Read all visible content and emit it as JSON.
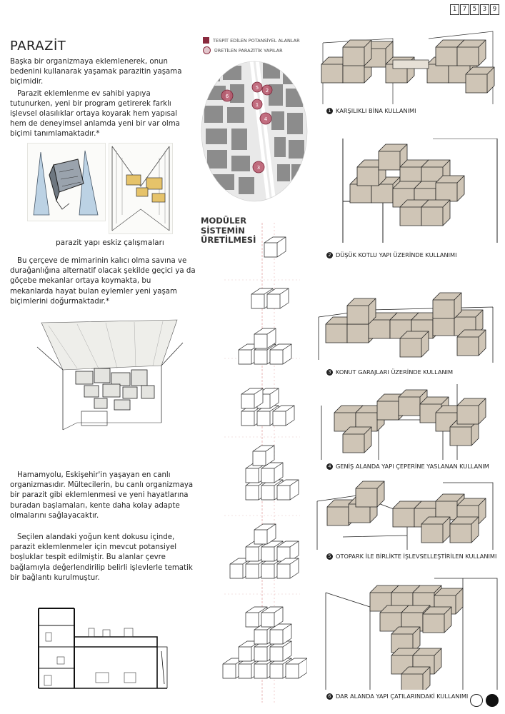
{
  "page_id_digits": [
    "1",
    "7",
    "5",
    "3",
    "9"
  ],
  "title": "PARAZİT",
  "intro": {
    "p1": "Başka bir organizmaya eklemlenerek, onun bedenini kullanarak yaşamak parazitin yaşama biçimidir.",
    "p2": "Parazit eklemlenme ev sahibi yapıya tutunurken, yeni bir program getirerek farklı işlevsel olasılıklar ortaya koyarak hem yapısal hem de deneyimsel anlamda yeni bir var olma biçimi tanımlamaktadır.*"
  },
  "sketch_caption": "parazit yapı eskiz çalışmaları",
  "para2": "Bu çerçeve de mimarinin kalıcı olma savına ve durağanlığına alternatif olacak şekilde geçici ya da göçebe mekanlar ortaya koymakta, bu mekanlarda hayat bulan eylemler yeni yaşam biçimlerini doğurmaktadır.*",
  "para3": "Hamamyolu, Eskişehir'in yaşayan en canlı organizmasıdır. Mültecilerin, bu canlı organizmaya bir parazit gibi eklemlenmesi ve yeni hayatlarına buradan başlamaları, kente daha kolay adapte olmalarını sağlayacaktır.",
  "para4": "Seçilen alandaki yoğun kent dokusu içinde, parazit eklemlenmeler için mevcut potansiyel boşluklar tespit edilmiştir. Bu alanlar çevre bağlamıyla değerlendirilip belirli işlevlerle tematik bir bağlantı kurulmuştur.",
  "legend": {
    "item1": "TESPİT EDİLEN POTANSİYEL ALANLAR",
    "item2": "ÜRETİLEN PARAZİTİK YAPILAR"
  },
  "map_markers": [
    "1",
    "2",
    "3",
    "4",
    "5",
    "6"
  ],
  "modular_title": [
    "MODÜLER",
    "SİSTEMİN",
    "ÜRETİLMESİ"
  ],
  "panels": [
    {
      "num": "1",
      "label": "KARŞILIKLI BİNA KULLANIMI"
    },
    {
      "num": "2",
      "label": "DÜŞÜK KOTLU YAPI ÜZERİNDE KULLANIMI"
    },
    {
      "num": "3",
      "label": "KONUT GARAJLARI ÜZERİNDE KULLANIM"
    },
    {
      "num": "4",
      "label": "GENİŞ ALANDA YAPI ÇEPERİNE YASLANAN KULLANIM"
    },
    {
      "num": "5",
      "label": "OTOPARK İLE BİRLİKTE İŞLEVSELLEŞTİRİLEN KULLANIMI"
    },
    {
      "num": "6",
      "label": "DAR ALANDA YAPI ÇATILARINDAKİ KULLANIMI"
    }
  ],
  "colors": {
    "accent": "#8a2a3e",
    "box_fill": "#cfc5b6",
    "box_dark": "#a99c88"
  }
}
